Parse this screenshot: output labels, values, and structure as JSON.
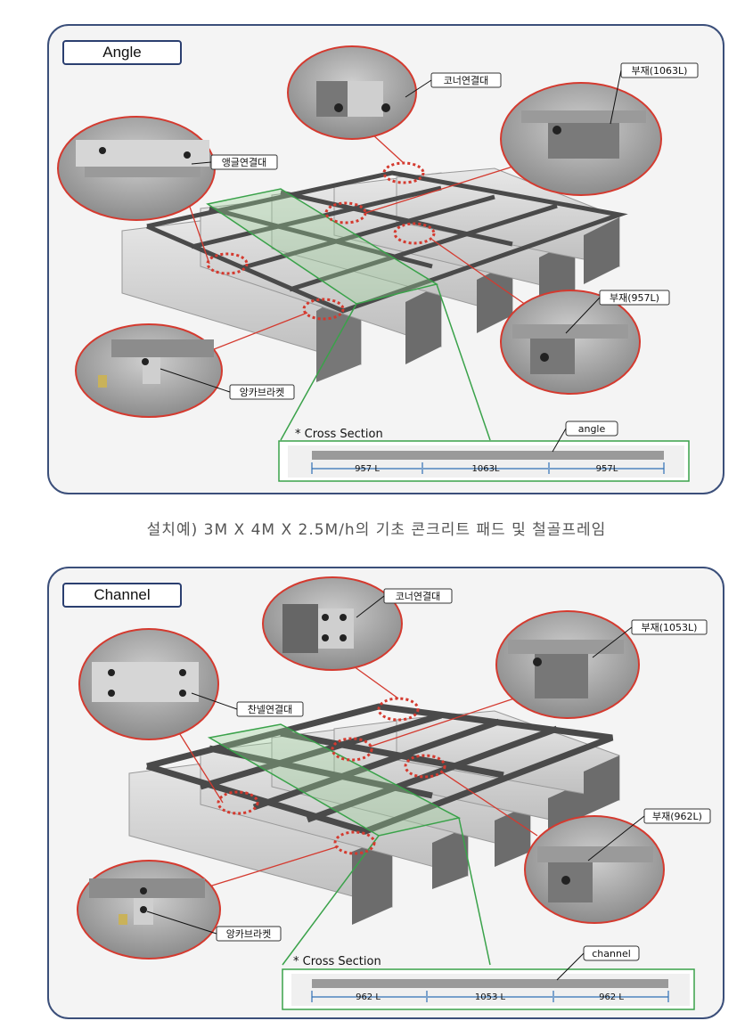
{
  "panels": [
    {
      "title": "Angle",
      "callouts": {
        "corner": "코너연결대",
        "member_long": "부재(1063L)",
        "connector": "앵글연결대",
        "member_short": "부재(957L)",
        "anchor": "앙카브라켓"
      },
      "cross_section": {
        "heading": "* Cross Section",
        "profile_label": "angle",
        "segments": [
          "957 L",
          "1063L",
          "957L"
        ]
      }
    },
    {
      "title": "Channel",
      "callouts": {
        "corner": "코너연결대",
        "member_long": "부재(1053L)",
        "connector": "찬넬연결대",
        "member_short": "부재(962L)",
        "anchor": "앙카브라켓"
      },
      "cross_section": {
        "heading": "* Cross Section",
        "profile_label": "channel",
        "segments": [
          "962 L",
          "1053 L",
          "962 L"
        ]
      }
    }
  ],
  "caption": "설치예) 3M X 4M X 2.5M/h의 기초 콘크리트 패드 및 철골프레임",
  "colors": {
    "panel_border": "#3b4f7a",
    "leader_red": "#d43a2f",
    "dimension_blue": "#2f6fb5",
    "section_green": "#3aa24a",
    "concrete": "#d9d9d9"
  }
}
